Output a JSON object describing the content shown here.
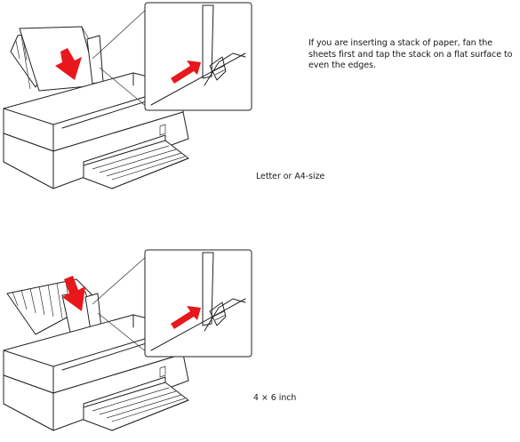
{
  "instruction_note": "If you are inserting a stack of paper, fan the sheets first and tap the stack on a flat surface to even the edges.",
  "figures": [
    {
      "caption": "Letter or A4-size"
    },
    {
      "caption": "4 × 6 inch"
    }
  ],
  "colors": {
    "arrow": "#e8171b",
    "line": "#222222"
  },
  "icons": [
    "insert-down-arrow-icon",
    "slide-guide-arrow-icon"
  ]
}
